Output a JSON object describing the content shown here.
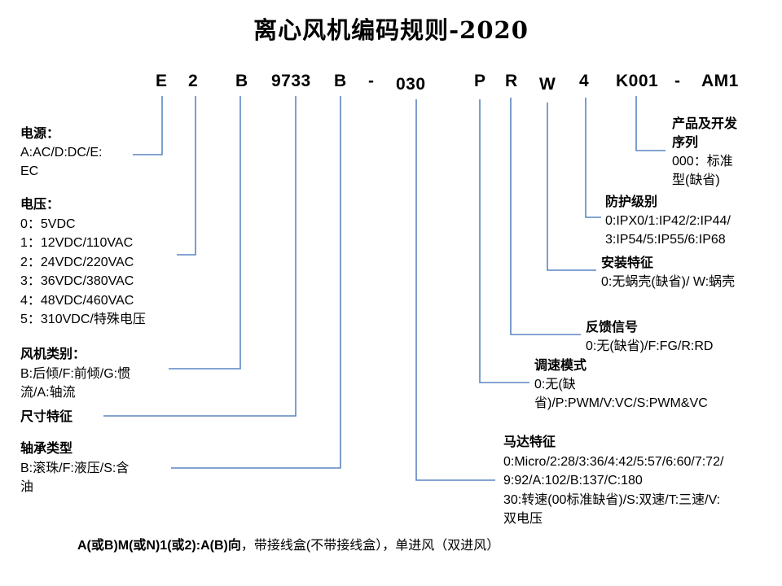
{
  "title": "离心风机编码规则-2020",
  "accent_color": "#5b86c2",
  "code": {
    "segments": {
      "power": "E",
      "voltage": "2",
      "fan_type": "B",
      "size": "9733",
      "bearing": "B",
      "dash_1": "-",
      "motor": "030",
      "speed_mode": "P",
      "feedback": "R",
      "mounting": "W",
      "protection": "4",
      "product_series": "K001",
      "dash_2": "-",
      "airflow": "AM1"
    }
  },
  "blocks": {
    "power": {
      "title": "电源：",
      "lines": [
        "A:AC/D:DC/E:",
        "EC"
      ]
    },
    "voltage": {
      "title": "电压：",
      "lines": [
        "0：5VDC",
        "1：12VDC/110VAC",
        "2：24VDC/220VAC",
        "3：36VDC/380VAC",
        "4：48VDC/460VAC",
        "5：310VDC/特殊电压"
      ]
    },
    "fan_type": {
      "title": "风机类别：",
      "lines": [
        "B:后倾/F:前倾/G:惯",
        "流/A:轴流"
      ]
    },
    "size": {
      "title": "尺寸特征",
      "lines": []
    },
    "bearing": {
      "title": "轴承类型",
      "lines": [
        "B:滚珠/F:液压/S:含",
        "油"
      ]
    },
    "product_series": {
      "title": "产品及开发",
      "title2": "序列",
      "lines": [
        "000：标准",
        "型(缺省)"
      ]
    },
    "protection": {
      "title": "防护级别",
      "lines": [
        "0:IPX0/1:IP42/2:IP44/",
        "3:IP54/5:IP55/6:IP68"
      ]
    },
    "mounting": {
      "title": "安装特征",
      "lines": [
        "0:无蜗壳(缺省)/ W:蜗壳"
      ]
    },
    "feedback": {
      "title": "反馈信号",
      "lines": [
        "0:无(缺省)/F:FG/R:RD"
      ]
    },
    "speed_mode": {
      "title": "调速模式",
      "lines": [
        "0:无(缺",
        "省)/P:PWM/V:VC/S:PWM&VC"
      ]
    },
    "motor": {
      "title": "马达特征",
      "lines": [
        "0:Micro/2:28/3:36/4:42/5:57/6:60/7:72/",
        "9:92/A:102/B:137/C:180",
        "30:转速(00标准缺省)/S:双速/T:三速/V:",
        "双电压"
      ]
    }
  },
  "footnote": {
    "bold": "A(或B)M(或N)1(或2):A(B)向",
    "regular": "，带接线盒(不带接线盒），单进风（双进风）"
  }
}
